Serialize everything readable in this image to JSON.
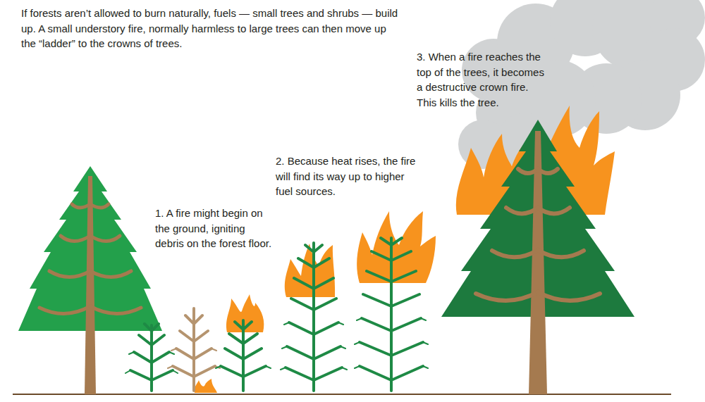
{
  "diagram": {
    "labels": [
      "If forests aren’t allowed to burn naturally, fuels — small trees and shrubs — build up. A small understory fire, normally harmless to large trees can then move up the “ladder” to the crowns of trees.",
      "1. A fire might begin on the ground, igniting debris on the forest floor.",
      "2. Because heat rises, the fire will find its way up to higher fuel sources.",
      "3. When a fire reaches the top of the trees, it becomes a destructive crown fire. This kills the tree."
    ]
  }
}
